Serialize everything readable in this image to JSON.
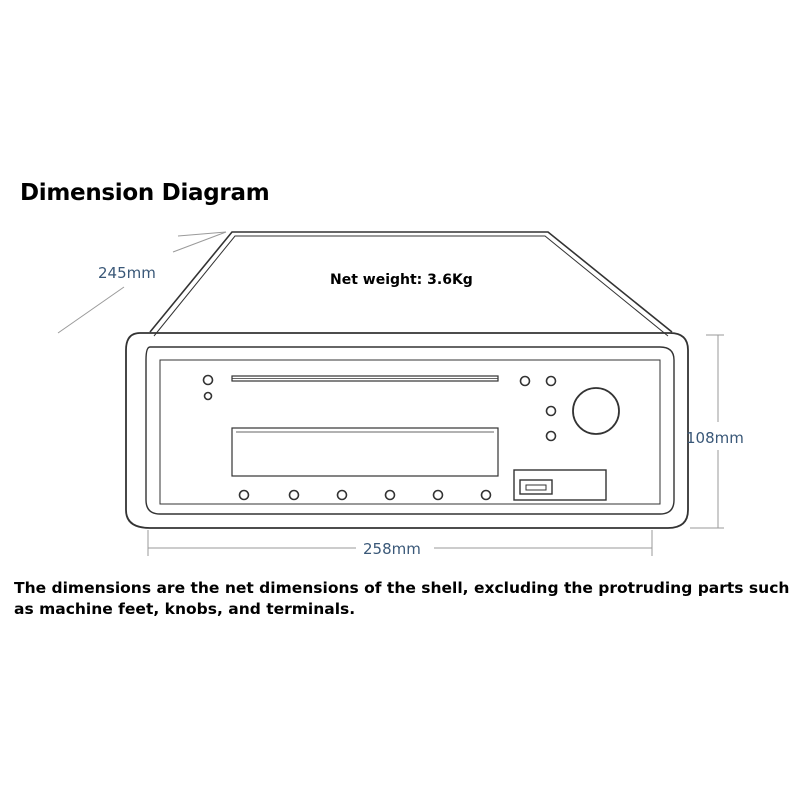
{
  "title": "Dimension Diagram",
  "net_weight": "Net weight: 3.6Kg",
  "dimensions": {
    "depth": "245mm",
    "width": "258mm",
    "height": "108mm"
  },
  "note": "The dimensions are the net dimensions of the shell, excluding the protruding parts such as machine feet, knobs, and terminals.",
  "colors": {
    "dimension_text": "#3a5878",
    "line": "#333333"
  }
}
